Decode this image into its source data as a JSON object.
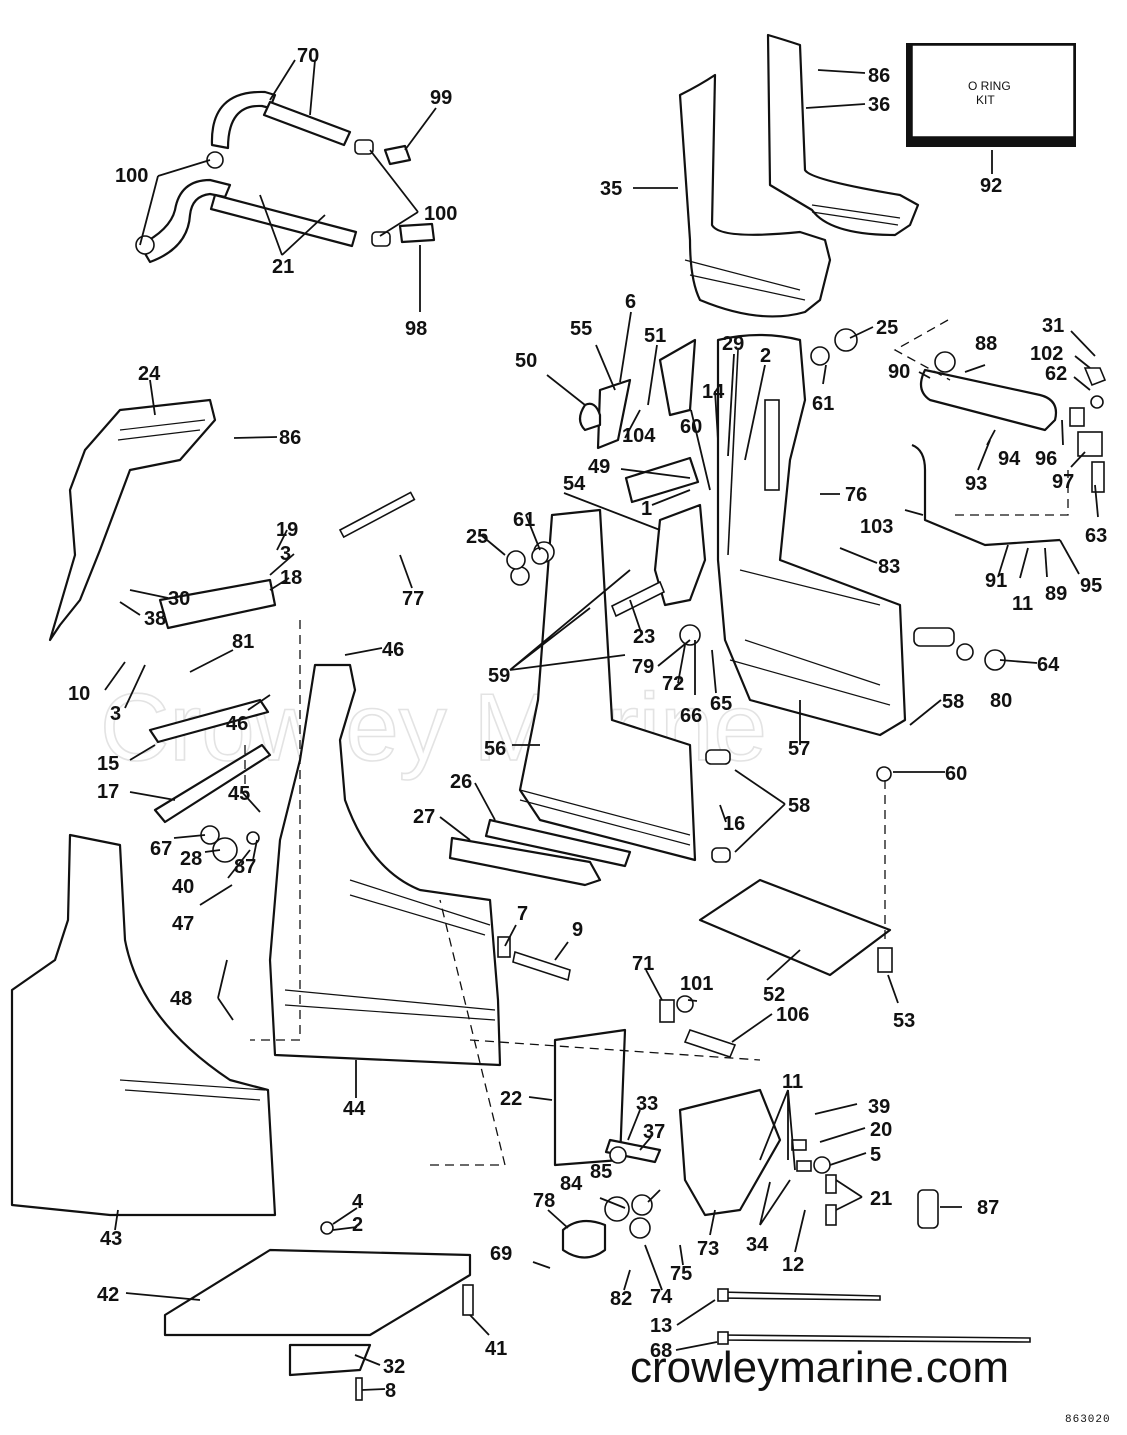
{
  "watermark_text": "Crowley Marine",
  "site_text": "crowleymarine.com",
  "drawing_number": "863020",
  "kit_label": [
    "O RING",
    "KIT"
  ],
  "callouts": [
    "70",
    "99",
    "100",
    "100",
    "21",
    "98",
    "86",
    "36",
    "O RING KIT",
    "92",
    "35",
    "25",
    "31",
    "102",
    "62",
    "88",
    "90",
    "6",
    "55",
    "51",
    "29",
    "2",
    "50",
    "61",
    "14",
    "104",
    "60",
    "49",
    "1",
    "94",
    "96",
    "93",
    "97",
    "76",
    "54",
    "24",
    "86",
    "61",
    "25",
    "103",
    "63",
    "83",
    "91",
    "11",
    "89",
    "95",
    "19",
    "3",
    "18",
    "30",
    "38",
    "77",
    "59",
    "23",
    "79",
    "64",
    "80",
    "72",
    "65",
    "66",
    "81",
    "46",
    "10",
    "3",
    "46",
    "15",
    "58",
    "56",
    "57",
    "17",
    "45",
    "60",
    "67",
    "28",
    "40",
    "87",
    "26",
    "27",
    "16",
    "58",
    "47",
    "7",
    "9",
    "48",
    "71",
    "101",
    "106",
    "53",
    "52",
    "44",
    "22",
    "33",
    "37",
    "11",
    "39",
    "20",
    "5",
    "21",
    "87",
    "43",
    "4",
    "2",
    "78",
    "84",
    "85",
    "69",
    "73",
    "34",
    "12",
    "42",
    "82",
    "74",
    "75",
    "41",
    "32",
    "13",
    "8",
    "68"
  ]
}
